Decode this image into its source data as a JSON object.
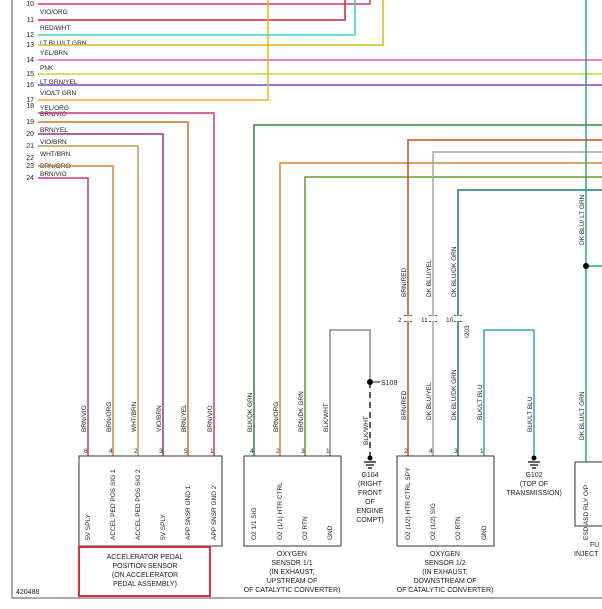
{
  "diagram_id": "420488",
  "colors": {
    "vio_org": "#e0306a",
    "red_wht": "#d81e3c",
    "ltblu_ltgrn": "#35d6c0",
    "yel_brn": "#c8c020",
    "pnk": "#ee55cc",
    "ltgrn_yel": "#a8e040",
    "vio_ltgrn": "#7a44c8",
    "yel_org": "#f0b020",
    "brn_vio": "#d0357c",
    "brn_yel": "#c07820",
    "vio_brn": "#9a2e90",
    "wht_brn": "#c09a55",
    "brn_org": "#d08530",
    "blk_dkgrn": "#2f8a3e",
    "brn_dkgrn": "#6a9a2a",
    "blk_wht": "#8a8a8a",
    "brn_red": "#c84a22",
    "dkblu_yel": "#9aa8b4",
    "dkblu_dkgrn": "#1e7a70",
    "blk_ltblu": "#30a8b0",
    "dkblu_ltgrn": "#2aa878",
    "highlight": "#d83040"
  },
  "harness": {
    "rows": [
      {
        "num": "10",
        "label": "VIO/ORG"
      },
      {
        "num": "11",
        "label": "RED/WHT"
      },
      {
        "num": "12",
        "label": "LT BLU/LT GRN"
      },
      {
        "num": "13",
        "label": "YEL/BRN"
      },
      {
        "num": "14",
        "label": "PNK"
      },
      {
        "num": "15",
        "label": "LT GRN/YEL"
      },
      {
        "num": "16",
        "label": "VIO/LT GRN"
      },
      {
        "num": "17",
        "label": "YEL/ORG"
      },
      {
        "num": "18",
        "label": "BRN/VIO"
      },
      {
        "num": "19",
        "label": "BRN/YEL"
      },
      {
        "num": "20",
        "label": "VIO/BRN"
      },
      {
        "num": "21",
        "label": "WHT/BRN"
      },
      {
        "num": "22",
        "label": "BRN/ORG"
      },
      {
        "num": "23",
        "label": "BRN/VIO"
      },
      {
        "num": "24",
        "label": ""
      }
    ]
  },
  "wires": [
    {
      "label": "BRN/VIO"
    },
    {
      "label": "BRN/ORG"
    },
    {
      "label": "WHT/BRN"
    },
    {
      "label": "VIO/BRN"
    },
    {
      "label": "BRN/YEL"
    },
    {
      "label": "BRN/VIO"
    },
    {
      "label": "BLK/DK GRN"
    },
    {
      "label": "BRN/ORG"
    },
    {
      "label": "BRN/DK GRN"
    },
    {
      "label": "BLK/WHT"
    },
    {
      "label": "BLK/WHT"
    },
    {
      "label": "BRN/RED"
    },
    {
      "label": "DK BLU/YEL"
    },
    {
      "label": "DK BLU/DK GRN"
    },
    {
      "label": "BRN/RED"
    },
    {
      "label": "DK BLU/YEL"
    },
    {
      "label": "DK BLU/DK GRN"
    },
    {
      "label": "BLK/LT BLU"
    },
    {
      "label": "BLK/LT BLU"
    },
    {
      "label": "DK BLU/ LT GRN"
    },
    {
      "label": "DK BLU/LT GRN"
    }
  ],
  "splice": "S108",
  "connector_ref": "I203",
  "inline_pins": [
    "2",
    "11",
    "10"
  ],
  "ground_g104": {
    "name": "G104",
    "l1": "(RIGHT",
    "l2": "FRONT",
    "l3": "OF",
    "l4": "ENGINE",
    "l5": "COMPT)"
  },
  "ground_g102": {
    "name": "G102",
    "l1": "(TOP OF",
    "l2": "TRANSMISSION)"
  },
  "components": [
    {
      "pins": [
        {
          "num": "6",
          "label": "5V SPLY"
        },
        {
          "num": "4",
          "label": "ACCEL PED POS SIG 1"
        },
        {
          "num": "2",
          "label": "ACCEL PED POS SIG 2"
        },
        {
          "num": "3",
          "label": "5V SPLY"
        },
        {
          "num": "5",
          "label": "APP SNSR GND 1"
        },
        {
          "num": "1",
          "label": "APP SNSR GND 2"
        }
      ],
      "lines": [
        "ACCELERATOR PEDAL",
        "POSITION SENSOR",
        "(ON ACCELERATOR",
        "PEDAL ASSEMBLY)"
      ]
    },
    {
      "pins": [
        {
          "num": "4",
          "label": "O2 1/1 SIG"
        },
        {
          "num": "2",
          "label": "O2 (1/1) HTR CTRL"
        },
        {
          "num": "3",
          "label": "O2 RTN"
        },
        {
          "num": "1",
          "label": "GND"
        }
      ],
      "lines": [
        "OXYGEN",
        "SENSOR 1/1",
        "(IN EXHAUST,",
        "UPSTREAM OF",
        "OF CATALYTIC CONVERTER)"
      ]
    },
    {
      "pins": [
        {
          "num": "2",
          "label": "O2 (1/2) HTR CTRL SPY"
        },
        {
          "num": "4",
          "label": "O2 (1/2) SIG"
        },
        {
          "num": "3",
          "label": "O2 RTN"
        },
        {
          "num": "1",
          "label": "GND"
        }
      ],
      "lines": [
        "OXYGEN",
        "SENSOR 1/2",
        "(IN EXHAUST,",
        "DOWNSTREAM OF",
        "OF CATALYTIC CONVERTER)"
      ]
    },
    {
      "pins": [
        {
          "num": "",
          "label": "ESD ASD RLY O/P"
        }
      ],
      "lines": [
        "FU",
        "INJECT"
      ]
    }
  ]
}
